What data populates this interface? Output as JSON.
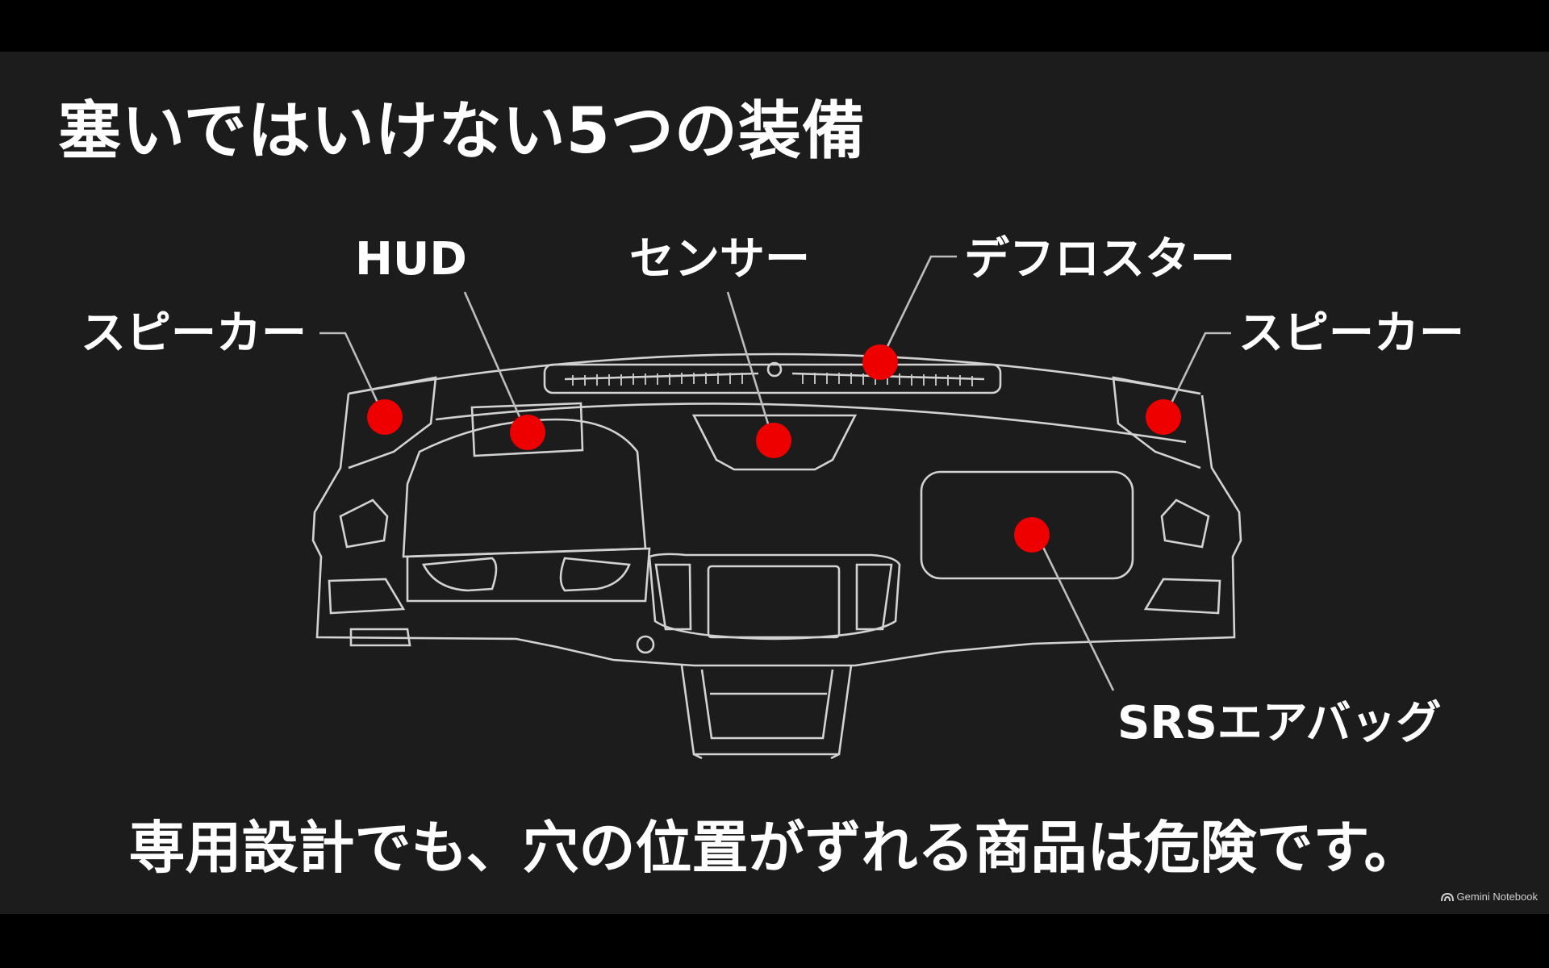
{
  "slide": {
    "title": "塞いではいけない5つの装備",
    "caption": "専用設計でも、穴の位置がずれる商品は危険です。",
    "brand": "Gemini Notebook"
  },
  "labels": {
    "speaker_left": "スピーカー",
    "hud": "HUD",
    "sensor": "センサー",
    "defroster": "デフロスター",
    "speaker_right": "スピーカー",
    "srs_airbag": "SRSエアバッグ"
  },
  "colors": {
    "background": "#1c1c1c",
    "marker": "#ee0000",
    "text": "#ffffff",
    "line": "#d2d2d2"
  }
}
